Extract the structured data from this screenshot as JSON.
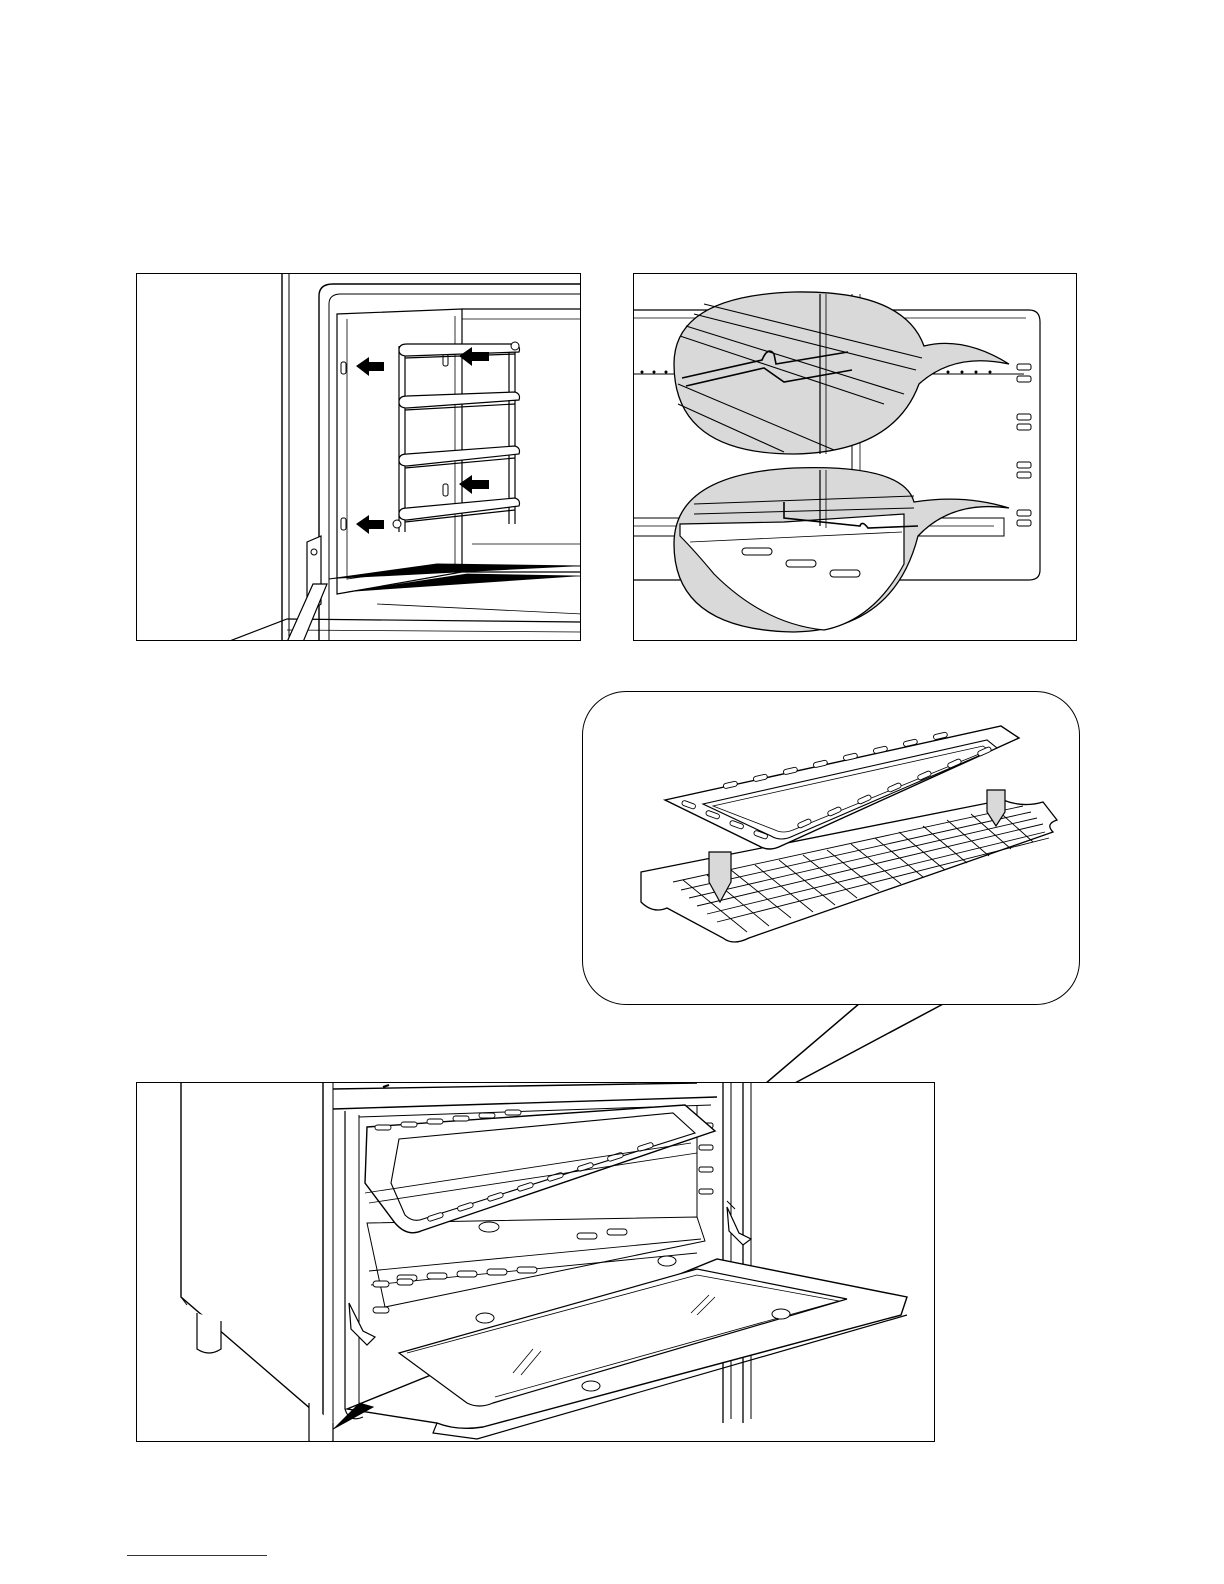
{
  "page": {
    "background": "#ffffff",
    "line_color": "#000000",
    "shade_color": "#d9d9d9",
    "footer_rule_color": "#1a1aff"
  },
  "figures": [
    {
      "id": "shelf-support-removal",
      "icons": [
        "arrow-left-icon"
      ]
    },
    {
      "id": "shelf-position-detail",
      "icons": [
        "magnifier-bubble"
      ]
    },
    {
      "id": "tray-on-grid-callout",
      "icons": [
        "arrow-down-icon"
      ]
    },
    {
      "id": "oven-door-open",
      "icons": []
    }
  ]
}
